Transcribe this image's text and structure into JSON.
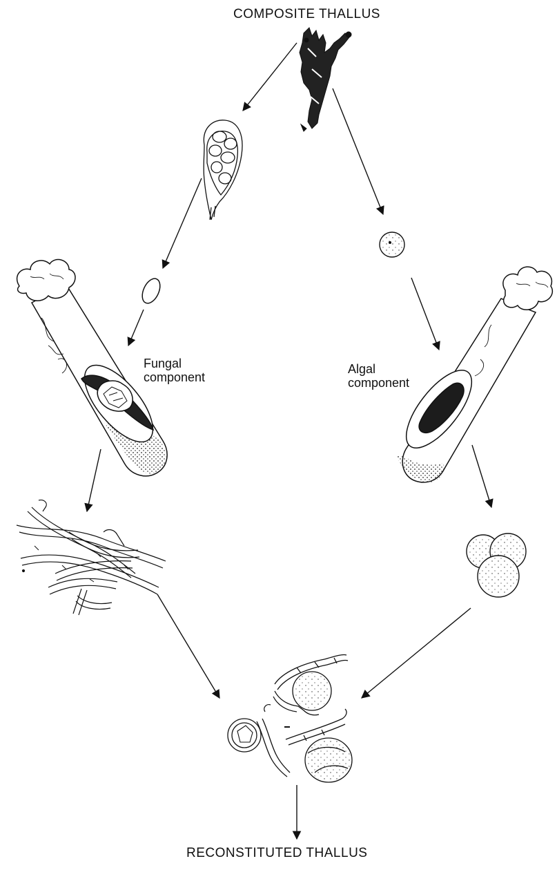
{
  "figure": {
    "top_label": "COMPOSITE THALLUS",
    "bottom_label": "RECONSTITUTED THALLUS",
    "fungal_label": {
      "line1": "Fungal",
      "line2": "component"
    },
    "algal_label": {
      "line1": "Algal",
      "line2": "component"
    }
  },
  "colors": {
    "ink": "#111111",
    "background": "#ffffff"
  }
}
